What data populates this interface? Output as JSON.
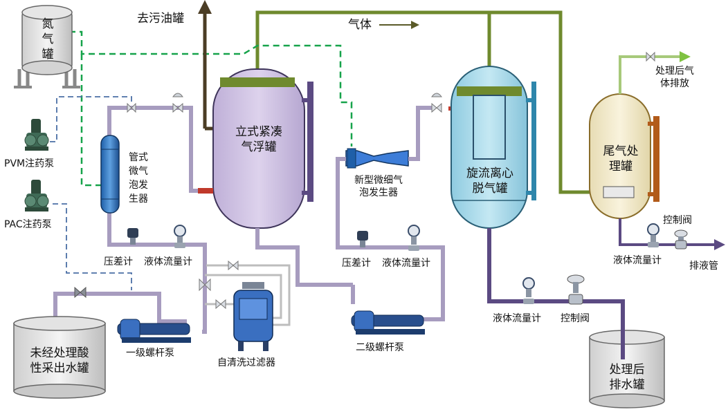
{
  "labels": {
    "nitrogen_tank": "氮\n气\n罐",
    "oil_tank": "去污油罐",
    "gas": "气体",
    "pvm_pump": "PVM注药泵",
    "pac_pump": "PAC注药泵",
    "tube_micro_bubble": "管式\n微气\n泡发\n生器",
    "flotation_tank": "立式紧凑\n气浮罐",
    "new_micro_bubble": "新型微细气\n泡发生器",
    "swirl_tank": "旋流离心\n脱气罐",
    "tail_gas_tank": "尾气处\n理罐",
    "treated_gas": "处理后气\n体排放",
    "control_valve_right": "控制阀",
    "flow_meter_right": "液体流量计",
    "drain_pipe": "排液管",
    "dp_meter_1": "压差计",
    "flow_meter_1": "液体流量计",
    "dp_meter_2": "压差计",
    "flow_meter_2": "液体流量计",
    "raw_water_tank": "未经处理酸\n性采出水罐",
    "screw_pump_1": "一级螺杆泵",
    "self_clean_filter": "自清洗过滤器",
    "screw_pump_2": "二级螺杆泵",
    "flow_meter_bottom": "液体流量计",
    "control_valve_bottom": "控制阀",
    "treated_water_tank": "处理后\n排水罐"
  },
  "colors": {
    "green_gas": "#6f8a2e",
    "nitrogen_dash": "#16a34a",
    "dash_blue": "#4a6fa5",
    "pipe_lavender": "#a79cbf",
    "pipe_purple": "#5b4a82",
    "pipe_grey": "#bdbdbd",
    "tank_lavender": "#cfc2e2",
    "tank_cyan": "#a8d8ea",
    "tank_cream": "#f3ecd0",
    "tank_grey": "#e8e8e8",
    "arrow_brown": "#5a4a2e",
    "red": "#c0392b"
  },
  "icons": [
    "valve-icon",
    "pump-icon",
    "meter-icon",
    "filter-icon",
    "arrow-icon"
  ]
}
